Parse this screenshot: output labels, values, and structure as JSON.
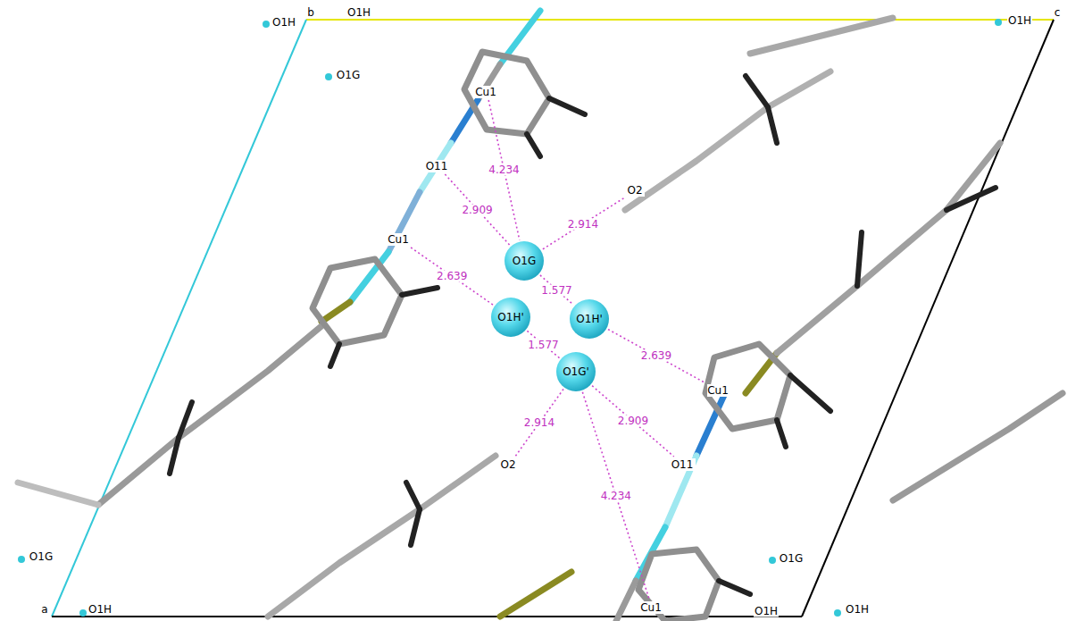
{
  "diagram": {
    "nodes": [
      {
        "text": [
          "Cu1"
        ]
      },
      {
        "text": [
          "O11"
        ]
      },
      {
        "text": [
          "O2"
        ]
      },
      {
        "text": [
          "Cu1"
        ]
      },
      {
        "text": [
          "O1G"
        ]
      },
      {
        "text": [
          "O1H'"
        ]
      },
      {
        "text": [
          "O1H'"
        ]
      },
      {
        "text": [
          "O1G'"
        ]
      },
      {
        "text": [
          "Cu1"
        ]
      },
      {
        "text": [
          "O2"
        ]
      },
      {
        "text": [
          "O11"
        ]
      },
      {
        "text": [
          "Cu1"
        ]
      }
    ],
    "edges": [
      {
        "from": 0,
        "to": 4,
        "arrow": "none",
        "label": "4.234"
      },
      {
        "from": 1,
        "to": 4,
        "arrow": "none",
        "label": "2.909"
      },
      {
        "from": 2,
        "to": 4,
        "arrow": "none",
        "label": "2.914"
      },
      {
        "from": 4,
        "to": 6,
        "arrow": "none",
        "label": "1.577"
      },
      {
        "from": 6,
        "to": 8,
        "arrow": "none",
        "label": "2.639"
      },
      {
        "from": 3,
        "to": 5,
        "arrow": "none",
        "label": "2.639"
      },
      {
        "from": 5,
        "to": 7,
        "arrow": "none",
        "label": "1.577"
      },
      {
        "from": 7,
        "to": 9,
        "arrow": "none",
        "label": "2.914"
      },
      {
        "from": 7,
        "to": 10,
        "arrow": "none",
        "label": "2.909"
      },
      {
        "from": 7,
        "to": 11,
        "arrow": "none",
        "label": "4.234"
      }
    ],
    "labels": [
      "O1H",
      "b",
      "O1H",
      "O1G",
      "O1H",
      "c",
      "O1G",
      "O1G",
      "a",
      "O1H",
      "O1H",
      "O1H"
    ]
  }
}
